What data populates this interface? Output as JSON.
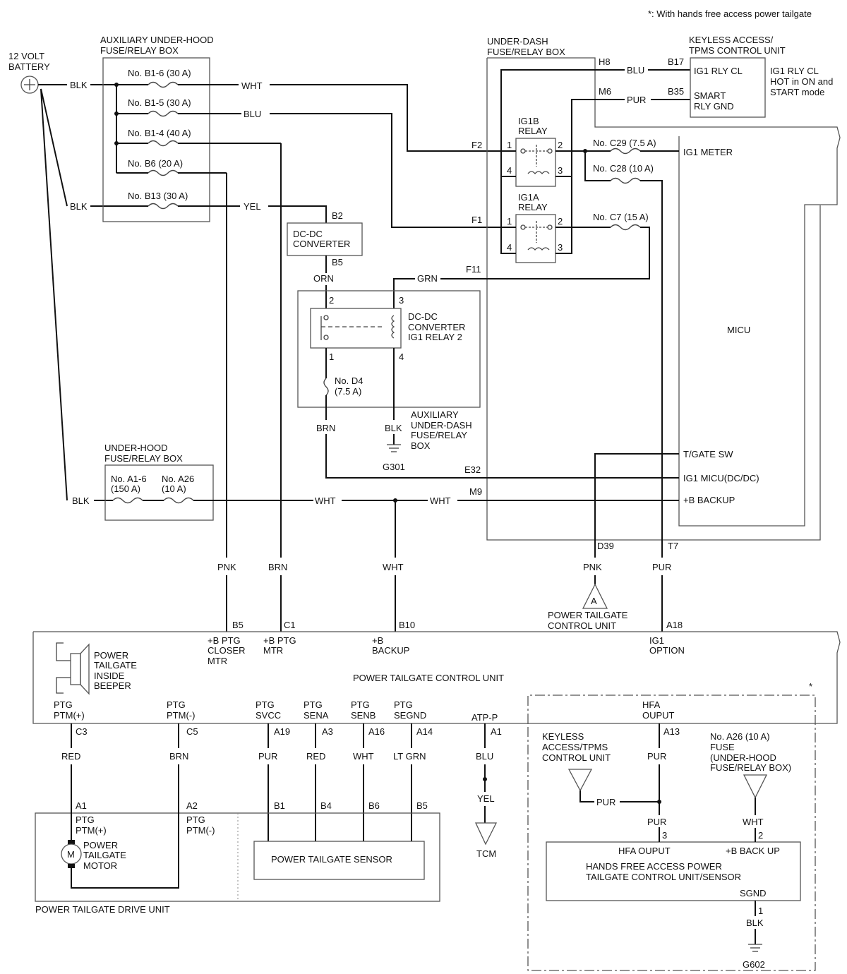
{
  "note": "*: With hands free access power tailgate",
  "battery": [
    "12 VOLT",
    "BATTERY"
  ],
  "aux_box": {
    "title": [
      "AUXILIARY UNDER-HOOD",
      "FUSE/RELAY BOX"
    ],
    "fuses": [
      "No. B1-6 (30 A)",
      "No. B1-5 (30 A)",
      "No. B1-4 (40 A)",
      "No. B6 (20 A)",
      "No. B13 (30 A)"
    ]
  },
  "underdash": {
    "title": [
      "UNDER-DASH",
      "FUSE/RELAY BOX"
    ],
    "ig1b": [
      "IG1B",
      "RELAY"
    ],
    "ig1a": [
      "IG1A",
      "RELAY"
    ],
    "fuses": [
      "No. C29 (7.5 A)",
      "No. C28 (10 A)",
      "No. C7 (15 A)"
    ],
    "micu": "MICU",
    "micu_pins": [
      "IG1 METER",
      "T/GATE SW",
      "IG1 MICU(DC/DC)",
      "+B BACKUP"
    ]
  },
  "keyless": {
    "title": [
      "KEYLESS ACCESS/",
      "TPMS CONTROL UNIT"
    ],
    "pins": [
      "IG1 RLY CL",
      "SMART",
      "RLY GND"
    ],
    "note": [
      "IG1 RLY CL",
      "HOT in ON and",
      "START mode"
    ]
  },
  "dcdc": [
    "DC-DC",
    "CONVERTER"
  ],
  "relay2": [
    "DC-DC",
    "CONVERTER",
    "IG1 RELAY 2"
  ],
  "fuse_d4": [
    "No. D4",
    "(7.5 A)"
  ],
  "aux_underdash": [
    "AUXILIARY",
    "UNDER-DASH",
    "FUSE/RELAY",
    "BOX"
  ],
  "hood_box": {
    "title": [
      "UNDER-HOOD",
      "FUSE/RELAY BOX"
    ],
    "fuse1": [
      "No. A1-6",
      "(150 A)"
    ],
    "fuse2": [
      "No. A26",
      "(10 A)"
    ]
  },
  "grounds": [
    "G301",
    "G602"
  ],
  "ptg_unit_ref": [
    "POWER TAILGATE",
    "CONTROL UNIT"
  ],
  "ref_a": "A",
  "ptg_cu": {
    "title": "POWER TAILGATE CONTROL UNIT",
    "beeper": [
      "POWER",
      "TAILGATE",
      "INSIDE",
      "BEEPER"
    ],
    "top_pins": [
      [
        "+B PTG",
        "CLOSER",
        "MTR"
      ],
      [
        "+B PTG",
        "MTR"
      ],
      [
        "+B",
        "BACKUP"
      ],
      [
        "IG1",
        "OPTION"
      ]
    ],
    "bottom_pins": [
      [
        "PTG",
        "PTM(+)"
      ],
      [
        "PTG",
        "PTM(-)"
      ],
      [
        "PTG",
        "SVCC"
      ],
      [
        "PTG",
        "SENA"
      ],
      [
        "PTG",
        "SENB"
      ],
      [
        "PTG",
        "SEGND"
      ],
      [
        "ATP-P"
      ],
      [
        "HFA",
        "OUPUT"
      ]
    ]
  },
  "wires": {
    "blk": "BLK",
    "wht": "WHT",
    "blu": "BLU",
    "yel": "YEL",
    "pur": "PUR",
    "grn": "GRN",
    "orn": "ORN",
    "brn": "BRN",
    "pnk": "PNK",
    "red": "RED",
    "ltgrn": "LT GRN"
  },
  "connectors": [
    "H8",
    "M6",
    "B17",
    "B35",
    "F2",
    "F1",
    "F11",
    "B2",
    "B5",
    "E32",
    "M9",
    "D39",
    "T7",
    "C1",
    "B10",
    "A18",
    "C3",
    "C5",
    "A19",
    "A3",
    "A16",
    "A14",
    "A1",
    "A13",
    "A2",
    "B1",
    "B4",
    "B6"
  ],
  "pins": [
    "1",
    "2",
    "3",
    "4"
  ],
  "drive_unit": {
    "title": "POWER TAILGATE DRIVE UNIT",
    "motor": [
      "POWER",
      "TAILGATE",
      "MOTOR"
    ],
    "motor_symbol": "M",
    "pin_plus": [
      "PTG",
      "PTM(+)"
    ],
    "pin_minus": [
      "PTG",
      "PTM(-)"
    ]
  },
  "sensor": "POWER TAILGATE SENSOR",
  "tcm": "TCM",
  "hfa": {
    "star": "*",
    "keyless": [
      "KEYLESS",
      "ACCESS/TPMS",
      "CONTROL UNIT"
    ],
    "fuse": [
      "No. A26 (10 A)",
      "FUSE",
      "(UNDER-HOOD",
      "FUSE/RELAY BOX)"
    ],
    "unit": [
      "HANDS FREE ACCESS POWER",
      "TAILGATE CONTROL UNIT/SENSOR"
    ],
    "pins": [
      "HFA OUPUT",
      "+B BACK UP",
      "SGND"
    ]
  }
}
